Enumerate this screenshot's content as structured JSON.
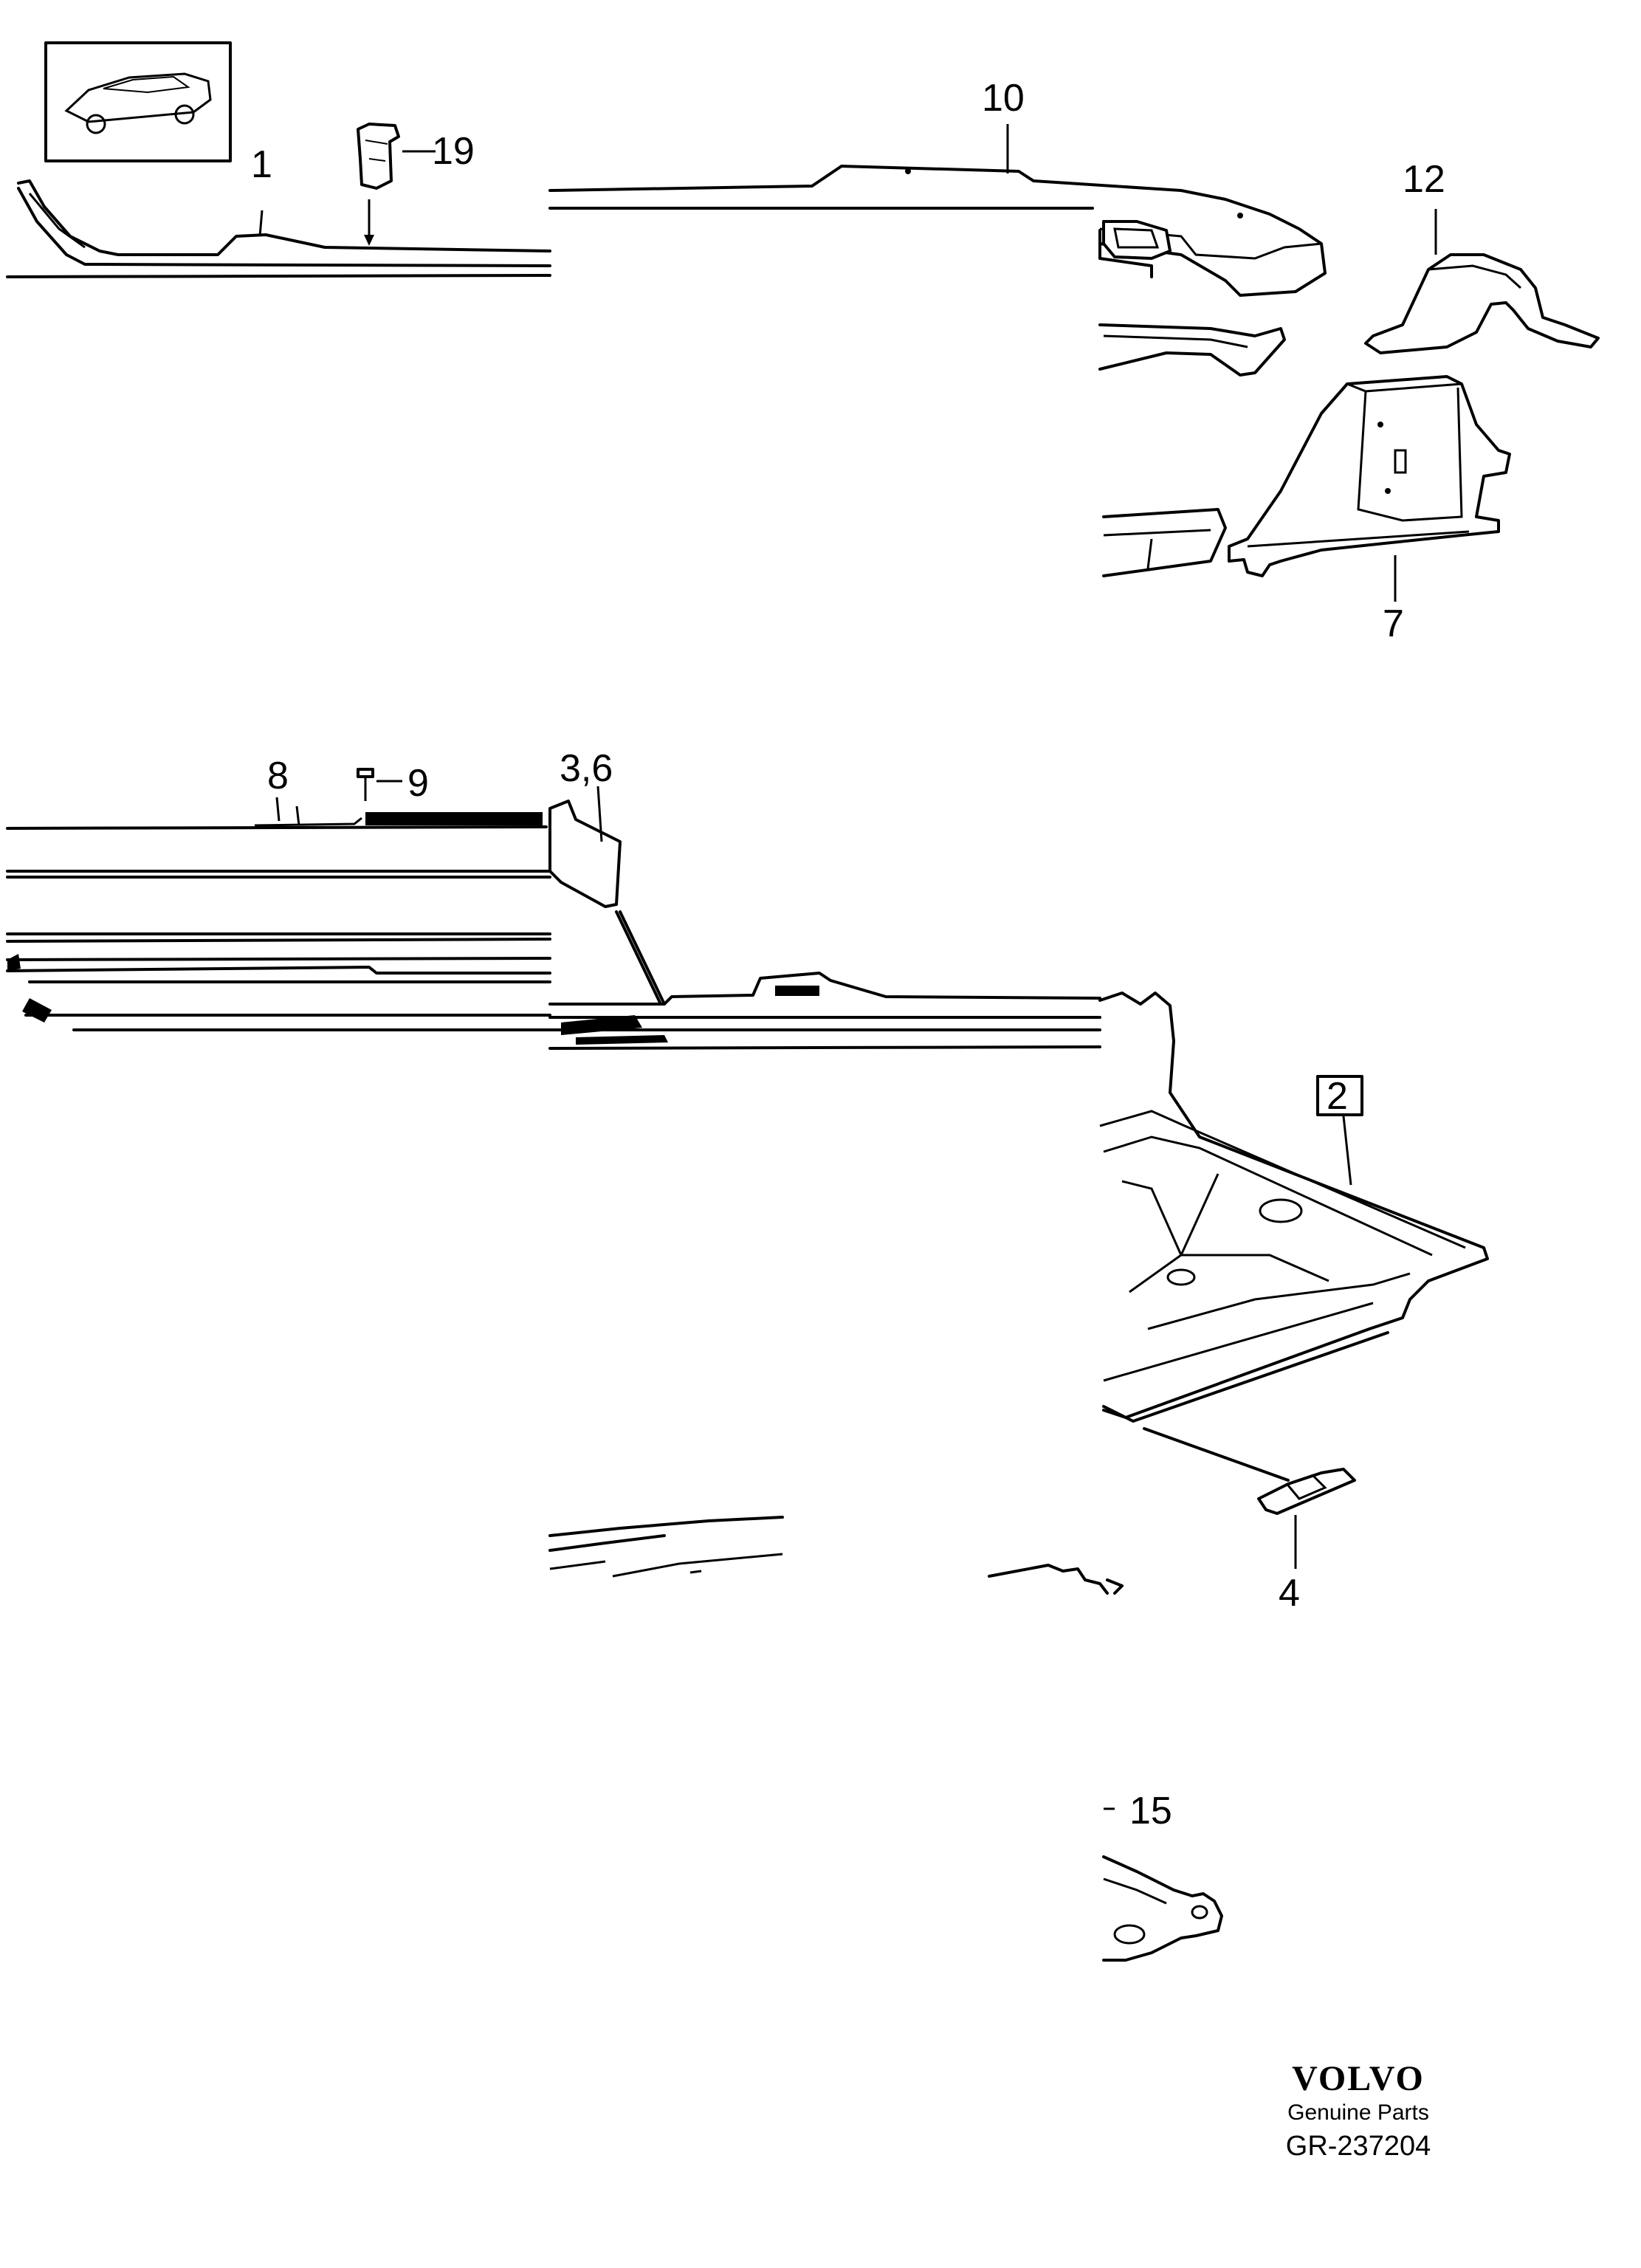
{
  "labels": {
    "p1": "1",
    "p2": "2",
    "p3_6": "3,6",
    "p4": "4",
    "p7": "7",
    "p8": "8",
    "p9": "9",
    "p10": "10",
    "p12": "12",
    "p15": "15",
    "p19": "19"
  },
  "footer": {
    "brand": "VOLVO",
    "subtitle": "Genuine Parts",
    "code": "GR-237204"
  }
}
